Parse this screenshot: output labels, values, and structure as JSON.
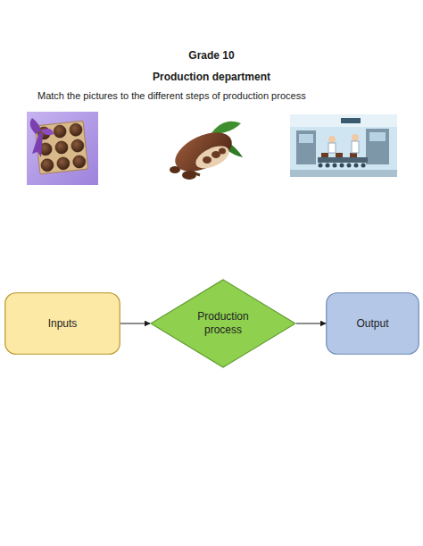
{
  "diagram": {
    "title": "Grade 10",
    "nodes": [
      {
        "text": [
          "Inputs"
        ]
      },
      {
        "text": [
          "Production process"
        ]
      },
      {
        "text": [
          "Output"
        ]
      }
    ],
    "edges": [
      {
        "from": 0,
        "to": 1,
        "arrow": "to"
      },
      {
        "from": 1,
        "to": 2,
        "arrow": "to"
      }
    ],
    "labels": [
      "Production department",
      "Match the pictures to the different steps of production process"
    ]
  }
}
